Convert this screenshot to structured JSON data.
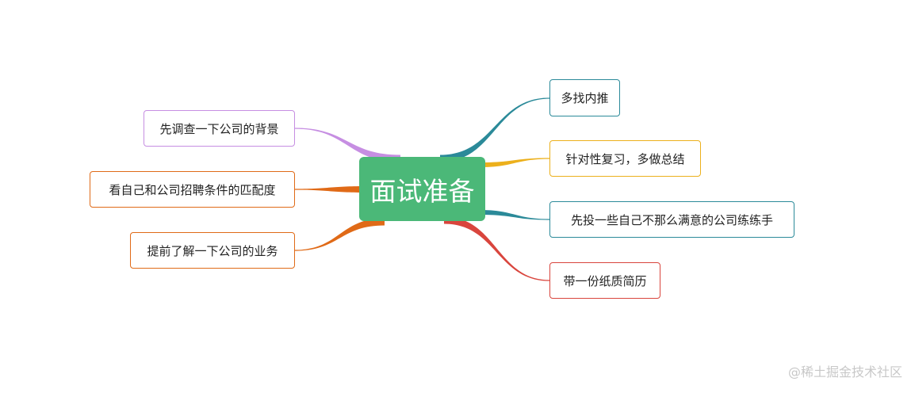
{
  "root": {
    "label": "面试准备",
    "color": "#4bb878"
  },
  "left_branches": [
    {
      "label": "先调查一下公司的背景",
      "color": "#c68ee2"
    },
    {
      "label": "看自己和公司招聘条件的匹配度",
      "color": "#e06a17"
    },
    {
      "label": "提前了解一下公司的业务",
      "color": "#e06a17"
    }
  ],
  "right_branches": [
    {
      "label": "多找内推",
      "color": "#2b8a99"
    },
    {
      "label": "针对性复习，多做总结",
      "color": "#ecb01c"
    },
    {
      "label": "先投一些自己不那么满意的公司练练手",
      "color": "#2b8a99"
    },
    {
      "label": "带一份纸质简历",
      "color": "#d9453d"
    }
  ],
  "watermark": "@稀土掘金技术社区"
}
